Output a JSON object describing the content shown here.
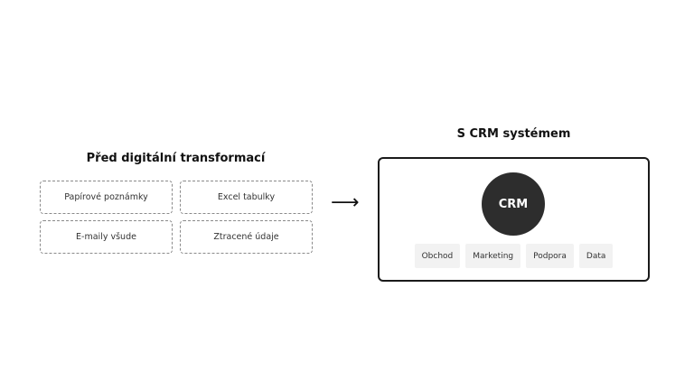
{
  "before": {
    "title": "Před digitální transformací",
    "items": [
      "Papírové poznámky",
      "Excel tabulky",
      "E-maily všude",
      "Ztracené údaje"
    ]
  },
  "arrow": {
    "icon": "arrow-right-icon",
    "glyph": "⟶"
  },
  "after": {
    "title": "S CRM systémem",
    "center_label": "CRM",
    "modules": [
      "Obchod",
      "Marketing",
      "Podpora",
      "Data"
    ]
  },
  "colors": {
    "circle": "#2d2d2d",
    "module_bg": "#f2f2f2",
    "border": "#1a1a1a"
  }
}
